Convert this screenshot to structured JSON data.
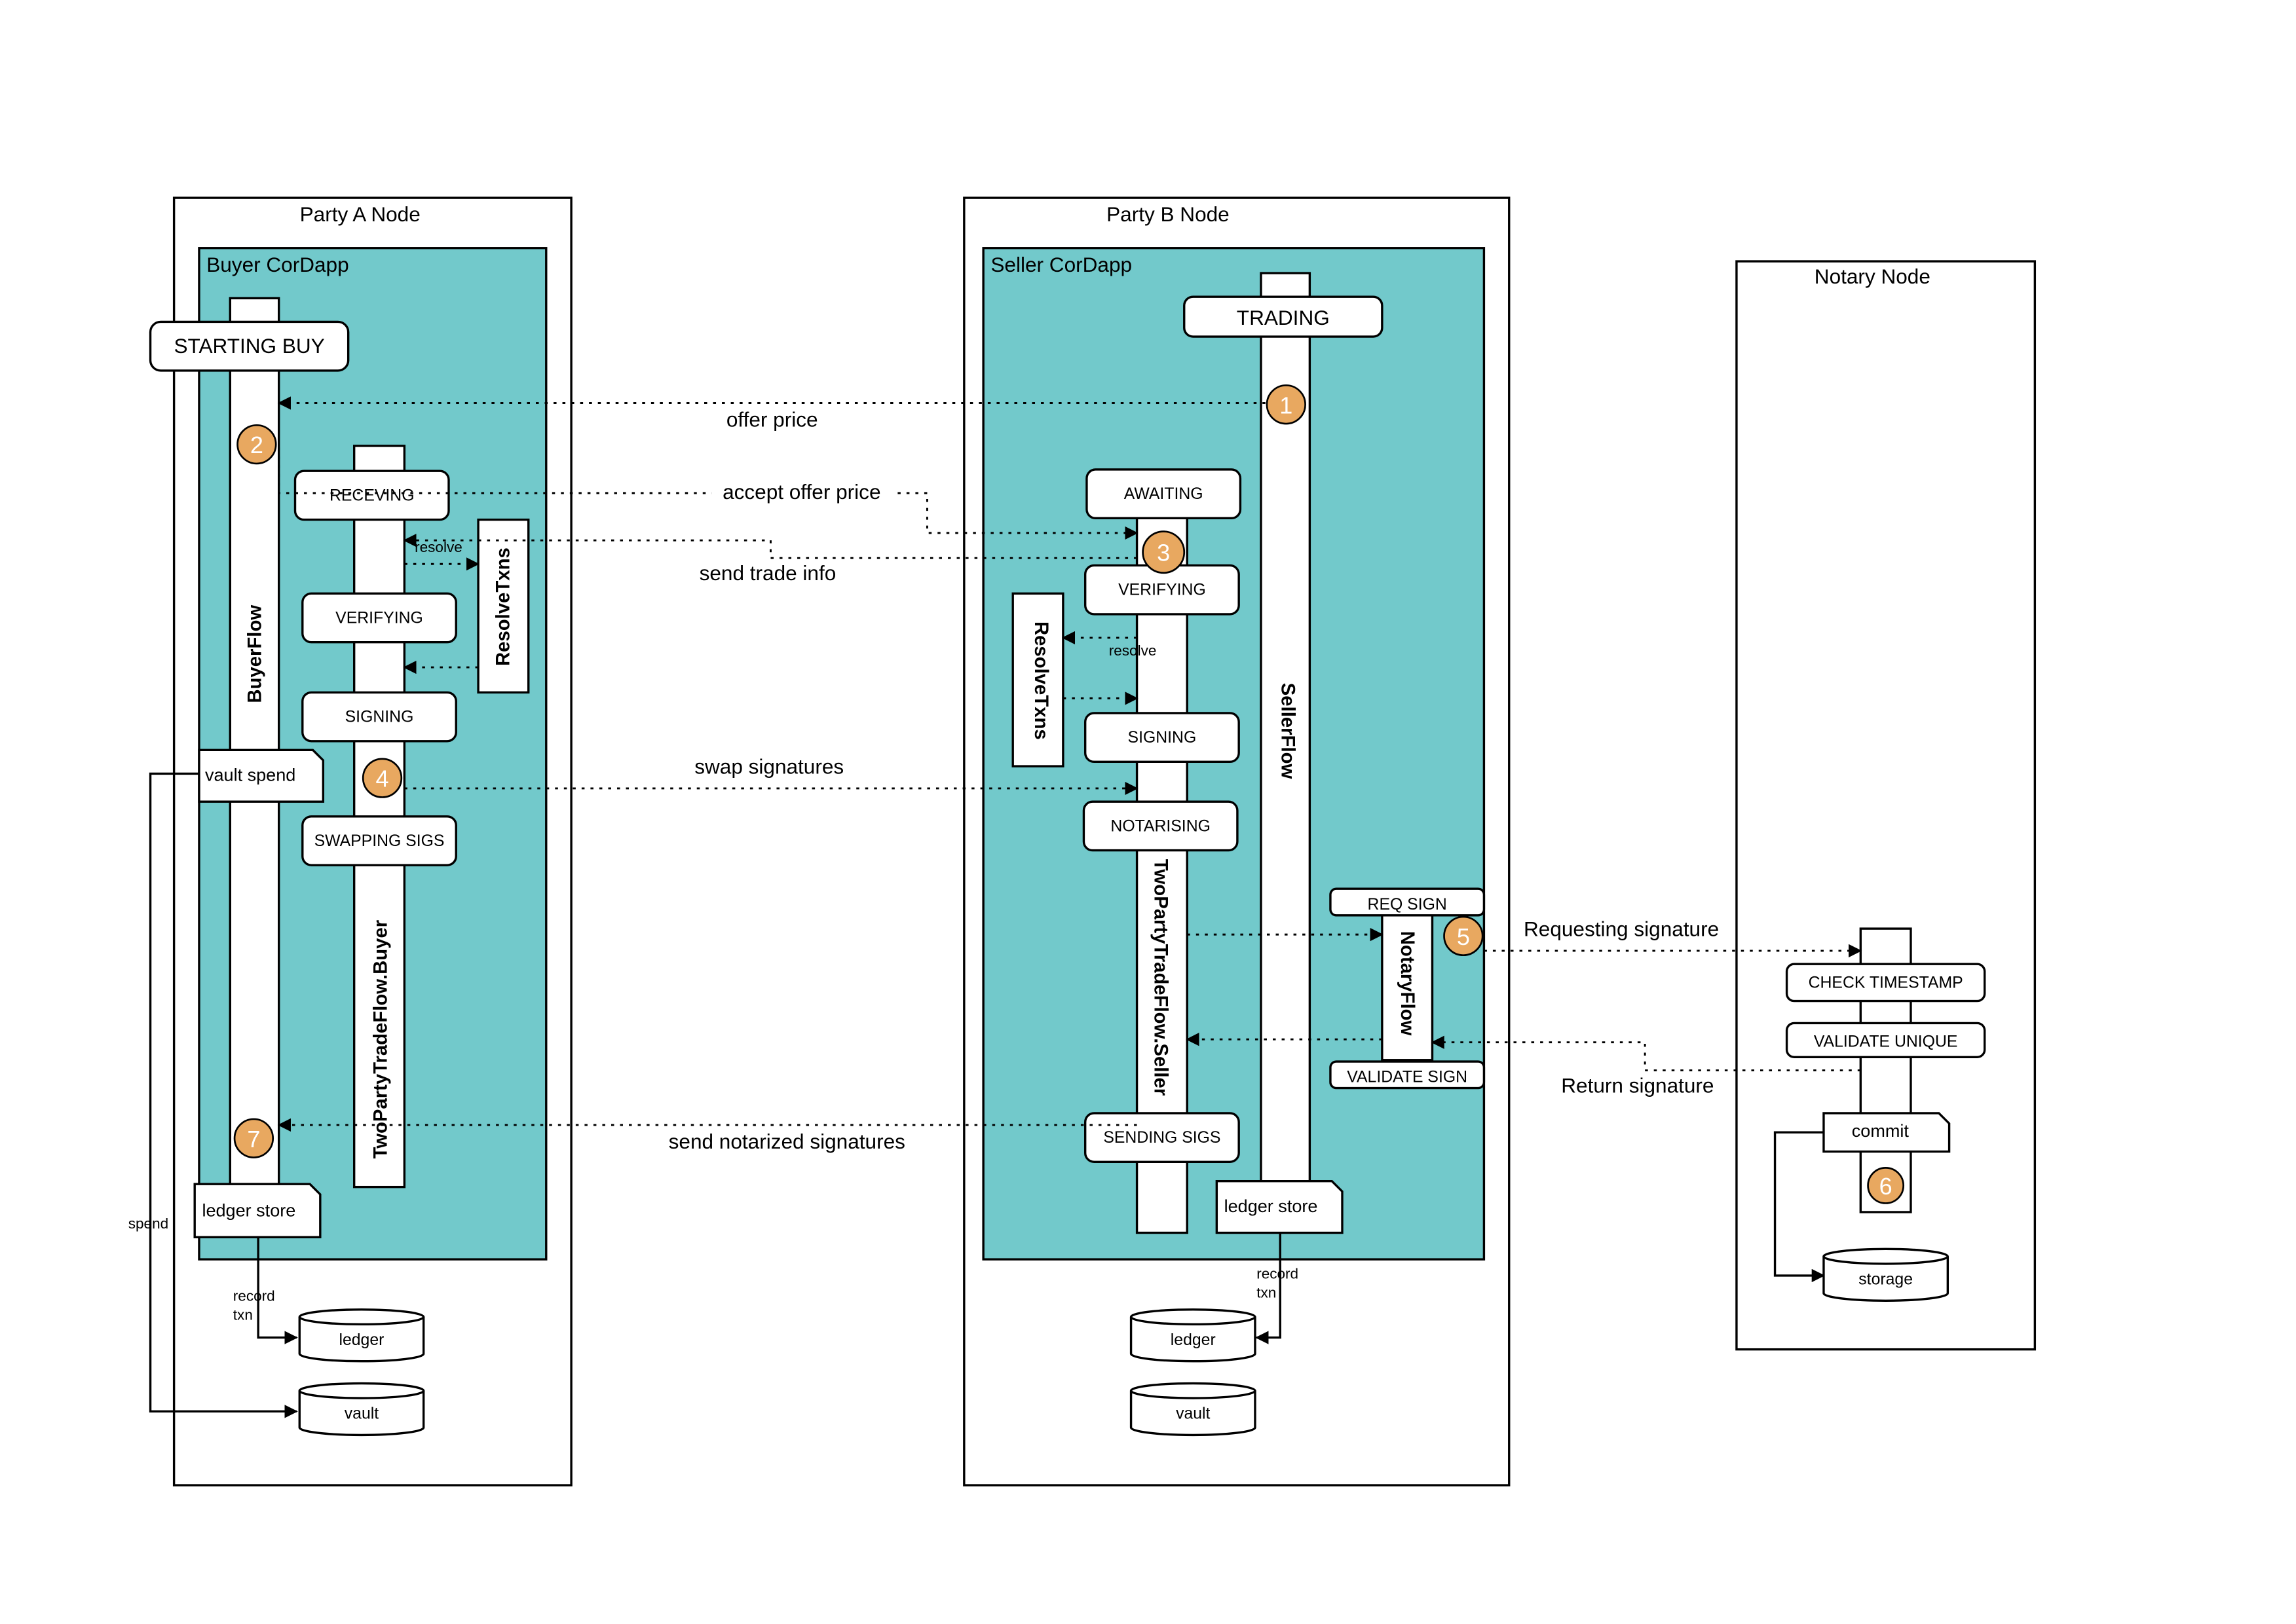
{
  "colors": {
    "teal": "#72C9CB",
    "orange": "#E8A860",
    "ink": "#000000",
    "paper": "#FFFFFF"
  },
  "nodes": {
    "partyA": {
      "title": "Party A Node",
      "dapp": "Buyer CorDapp"
    },
    "partyB": {
      "title": "Party B Node",
      "dapp": "Seller CorDapp"
    },
    "notary": {
      "title": "Notary Node"
    }
  },
  "flows": {
    "buyerFlow": "BuyerFlow",
    "buyerTrade": "TwoPartyTradeFlow.Buyer",
    "resolveA": "ResolveTxns",
    "resolveB": "ResolveTxns",
    "sellerFlow": "SellerFlow",
    "sellerTrade": "TwoPartyTradeFlow.Seller",
    "notaryFlow": "NotaryFlow"
  },
  "states": {
    "startingBuy": "STARTING BUY",
    "receiving": "RECEVING",
    "verifyingA": "VERIFYING",
    "signingA": "SIGNING",
    "swappingSigs": "SWAPPING SIGS",
    "trading": "TRADING",
    "awaiting": "AWAITING",
    "verifyingB": "VERIFYING",
    "signingB": "SIGNING",
    "notarising": "NOTARISING",
    "sendingSigs": "SENDING SIGS",
    "reqSign": "REQ SIGN",
    "validateSign": "VALIDATE SIGN",
    "checkTimestamp": "CHECK TIMESTAMP",
    "validateUnique": "VALIDATE UNIQUE"
  },
  "docs": {
    "vaultSpend": "vault spend",
    "ledgerStoreA": "ledger store",
    "ledgerStoreB": "ledger store",
    "commit": "commit"
  },
  "stores": {
    "ledgerA": "ledger",
    "vaultA": "vault",
    "ledgerB": "ledger",
    "vaultB": "vault",
    "storage": "storage"
  },
  "messages": {
    "offerPrice": "offer price",
    "acceptOfferPrice": "accept offer price",
    "sendTradeInfo": "send trade info",
    "swapSignatures": "swap signatures",
    "requestingSignature": "Requesting signature",
    "returnSignature": "Return signature",
    "sendNotarizedSignatures": "send notarized signatures"
  },
  "smallLabels": {
    "resolveA": "resolve",
    "resolveB": "resolve",
    "spend": "spend",
    "recordA1": "record",
    "recordA2": "txn",
    "recordB1": "record",
    "recordB2": "txn"
  },
  "steps": [
    "1",
    "2",
    "3",
    "4",
    "5",
    "6",
    "7"
  ]
}
